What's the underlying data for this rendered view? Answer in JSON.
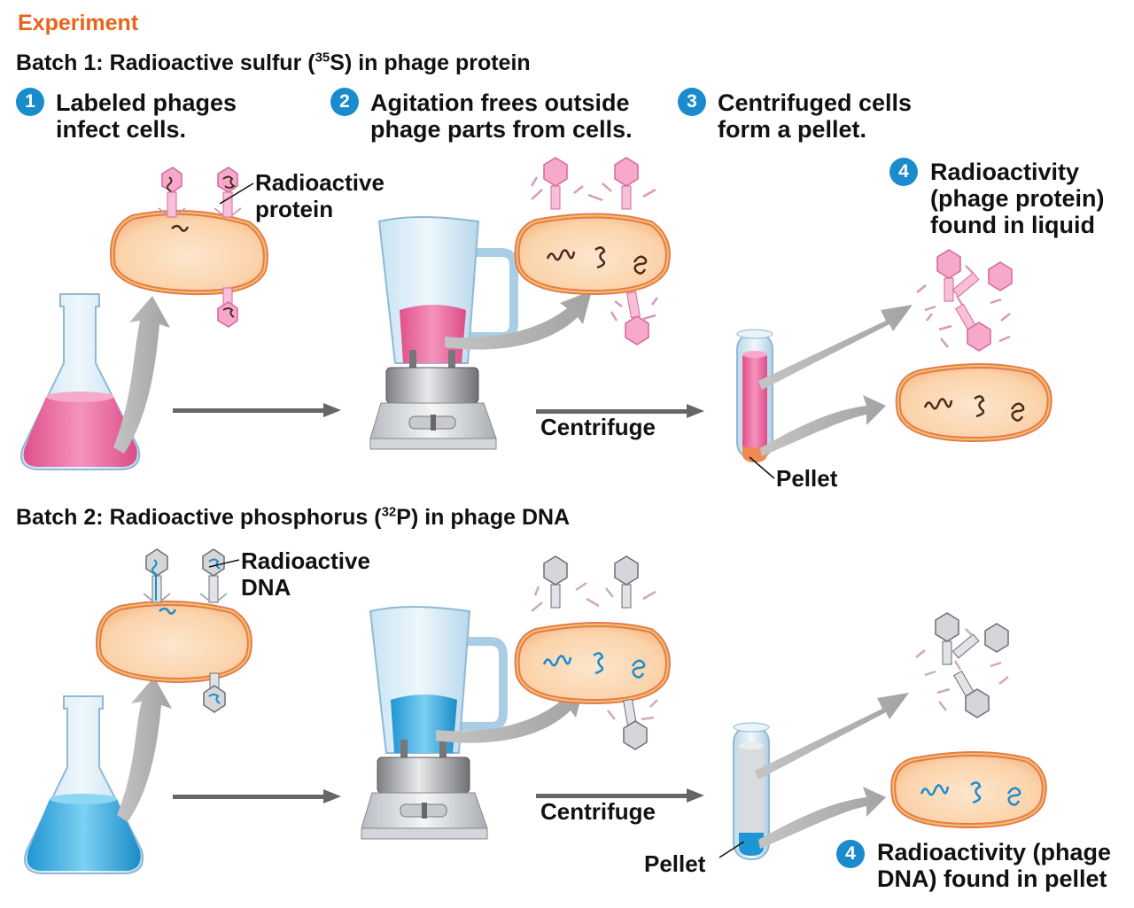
{
  "heading": "Experiment",
  "batch1": {
    "title_pre": "Batch 1: Radioactive sulfur (",
    "isotope_mass": "35",
    "isotope_sym": "S",
    "title_post": ") in phage protein",
    "steps": [
      {
        "num": "1",
        "line1": "Labeled phages",
        "line2": "infect cells."
      },
      {
        "num": "2",
        "line1": "Agitation frees outside",
        "line2": "phage parts from cells."
      },
      {
        "num": "3",
        "line1": "Centrifuged cells",
        "line2": "form a pellet."
      },
      {
        "num": "4",
        "line1": "Radioactivity",
        "line2": "(phage protein)",
        "line3": "found in liquid"
      }
    ],
    "label_tag_line1": "Radioactive",
    "label_tag_line2": "protein",
    "centrifuge": "Centrifuge",
    "pellet": "Pellet"
  },
  "batch2": {
    "title_pre": "Batch 2: Radioactive phosphorus (",
    "isotope_mass": "32",
    "isotope_sym": "P",
    "title_post": ") in phage DNA",
    "label_tag_line1": "Radioactive",
    "label_tag_line2": "DNA",
    "centrifuge": "Centrifuge",
    "pellet": "Pellet",
    "step4": {
      "num": "4",
      "line1": "Radioactivity (phage",
      "line2": "DNA) found in pellet"
    }
  },
  "colors": {
    "heading": "#e8641c",
    "badge": "#1a8ccd",
    "batch1_liquid": "#e8669c",
    "batch2_liquid": "#3aa8dc",
    "cell_fill": "#fbd9b5",
    "cell_rim": "#e47a57",
    "arrow": "#a8a8a8"
  }
}
